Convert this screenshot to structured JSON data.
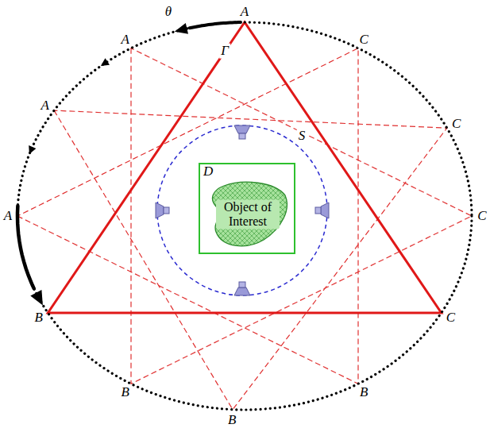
{
  "diagram": {
    "nodes": [
      {
        "text": [
          "D"
        ]
      },
      {
        "text": [
          "Object of Interest"
        ],
        "in": 0
      }
    ],
    "labels": [
      "θ",
      "A",
      "A",
      "A",
      "A",
      "Γ",
      "C",
      "C",
      "C",
      "C",
      "S",
      "B",
      "B",
      "B",
      "B"
    ]
  }
}
